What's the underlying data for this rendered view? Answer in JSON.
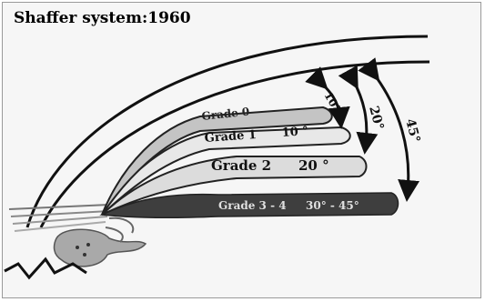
{
  "title": "Shaffer system:1960",
  "grades": [
    {
      "label": "Grade 0"
    },
    {
      "label": "Grade 1",
      "angle": "10 °"
    },
    {
      "label": "Grade  2",
      "angle": "20 °"
    },
    {
      "label": "Grade 3 - 4",
      "angle": "30° - 45°"
    }
  ],
  "arcs": [
    {
      "label": "10°"
    },
    {
      "label": "20°"
    },
    {
      "label": "45°"
    }
  ]
}
